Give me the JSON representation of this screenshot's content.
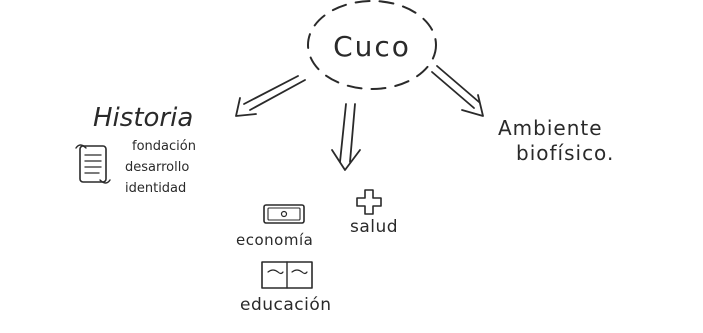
{
  "center": {
    "label": "Cuco"
  },
  "branches": {
    "historia": {
      "title": "Historia",
      "items": [
        "fondación",
        "desarrollo",
        "identidad"
      ]
    },
    "ambiente": {
      "line1": "Ambiente",
      "line2": "biofísico."
    },
    "middle": {
      "economia": "economía",
      "salud": "salud",
      "educacion": "educación"
    }
  },
  "icons": [
    "scroll-icon",
    "banknote-icon",
    "cross-icon",
    "open-book-icon"
  ],
  "colors": {
    "ink": "#2a2a2a",
    "paper": "#ffffff"
  }
}
